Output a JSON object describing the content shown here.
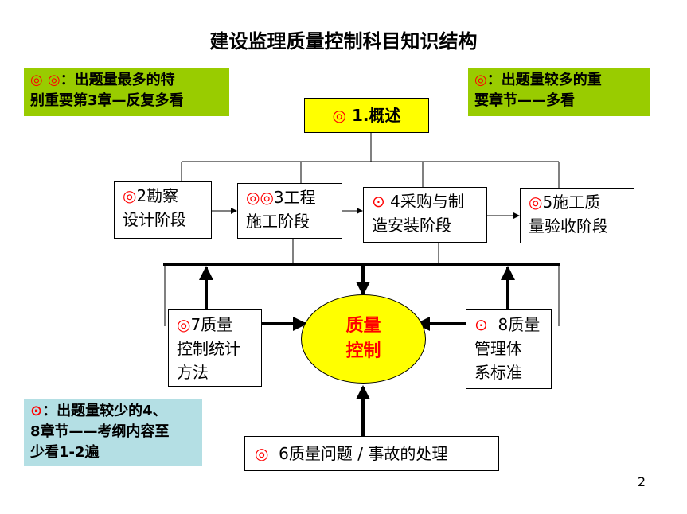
{
  "title": "建设监理质量控制科目知识结构",
  "legend": {
    "top_left": {
      "marks": "◎ ◎",
      "text_line1": "：出题量最多的特",
      "text_line2": "别重要第3章—反复多看"
    },
    "top_right": {
      "marks": "◎",
      "text_line1": "：出题量较多的重",
      "text_line2": "要章节——多看"
    },
    "bottom_left": {
      "marks": "⊙",
      "text_line1": "：出题量较少的4、",
      "text_line2": "8章节——考纲内容至",
      "text_line3": "少看1-2遍"
    }
  },
  "nodes": {
    "overview": {
      "marks": "◎",
      "label": "1.概述"
    },
    "survey": {
      "marks": "◎",
      "line1": "2勘察",
      "line2": "设计阶段"
    },
    "construction": {
      "marks": "◎◎",
      "line1": "3工程",
      "line2": "施工阶段"
    },
    "procurement": {
      "marks": "⊙",
      "line1": "4采购与制",
      "line2": "造安装阶段"
    },
    "acceptance": {
      "marks": "◎",
      "line1": "5施工质",
      "line2": "量验收阶段"
    },
    "statistics": {
      "marks": "◎",
      "line1": "7质量",
      "line2": "控制统计",
      "line3": "方法"
    },
    "standards": {
      "marks": "⊙",
      "line1": "8质量",
      "line2": "管理体",
      "line3": "系标准"
    },
    "center": {
      "line1": "质量",
      "line2": "控制"
    },
    "accidents": {
      "marks": "◎",
      "label": "6质量问题 / 事故的处理"
    }
  },
  "page_number": "2"
}
